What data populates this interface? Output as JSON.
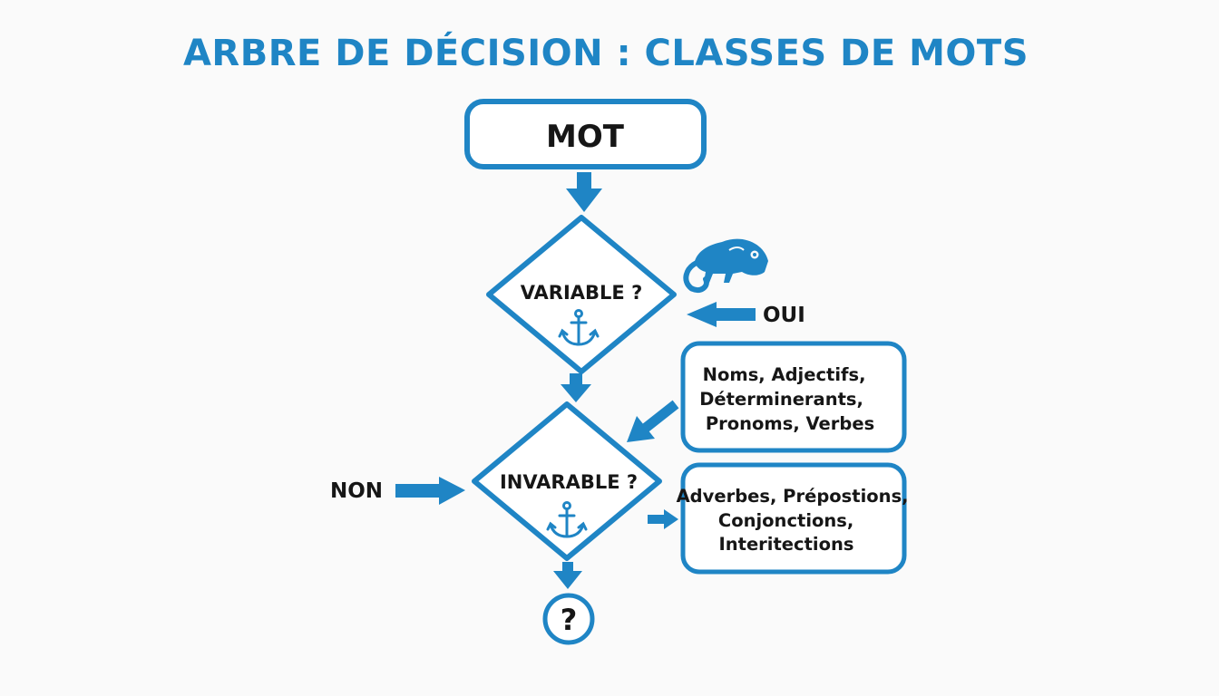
{
  "colors": {
    "accent": "#1f85c5",
    "text": "#161616",
    "background": "#fafafa"
  },
  "title": "ARBRE DE DÉCISION : CLASSES DE MOTS",
  "start_node": {
    "label": "MOT"
  },
  "decision_variable": {
    "label": "VARIABLE ?",
    "icon": "anchor-icon"
  },
  "decision_invariable": {
    "label": "INVARABLE ?",
    "icon": "anchor-icon"
  },
  "variable_icon": "chameleon-icon",
  "branch_yes": {
    "label": "OUI"
  },
  "branch_no": {
    "label": "NON"
  },
  "variable_classes": {
    "lines": [
      "Noms, Adjectifs,",
      "Déterminerants,",
      "Pronoms, Verbes"
    ]
  },
  "invariable_classes": {
    "lines": [
      "Adverbes, Prépostions,",
      "Conjonctions,",
      "Interitections"
    ]
  },
  "end_node": {
    "label": "?"
  }
}
